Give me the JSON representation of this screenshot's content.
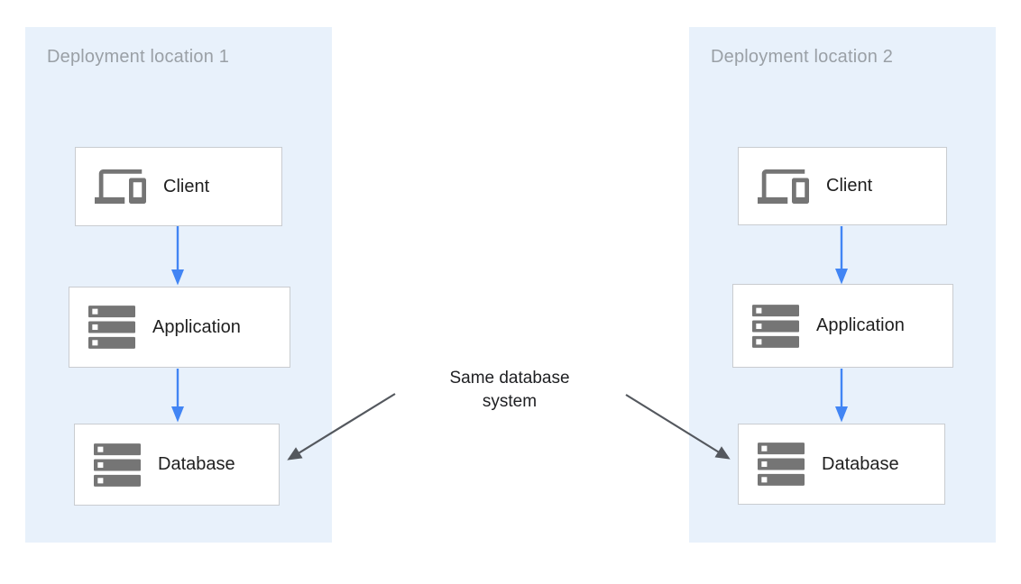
{
  "diagram": {
    "regions": [
      {
        "title": "Deployment location 1",
        "nodes": [
          {
            "label": "Client",
            "icon": "devices-icon"
          },
          {
            "label": "Application",
            "icon": "server-stack-icon"
          },
          {
            "label": "Database",
            "icon": "server-stack-icon"
          }
        ]
      },
      {
        "title": "Deployment location 2",
        "nodes": [
          {
            "label": "Client",
            "icon": "devices-icon"
          },
          {
            "label": "Application",
            "icon": "server-stack-icon"
          },
          {
            "label": "Database",
            "icon": "server-stack-icon"
          }
        ]
      }
    ],
    "annotation": {
      "text": "Same database system"
    },
    "connections": [
      {
        "from": "Client",
        "to": "Application",
        "location": "Deployment location 1",
        "style": "blue-flow-arrow"
      },
      {
        "from": "Application",
        "to": "Database",
        "location": "Deployment location 1",
        "style": "blue-flow-arrow"
      },
      {
        "from": "Client",
        "to": "Application",
        "location": "Deployment location 2",
        "style": "blue-flow-arrow"
      },
      {
        "from": "Application",
        "to": "Database",
        "location": "Deployment location 2",
        "style": "blue-flow-arrow"
      },
      {
        "from": "Same database system",
        "to": "Database (Deployment location 1)",
        "style": "gray-annotation-arrow"
      },
      {
        "from": "Same database system",
        "to": "Database (Deployment location 2)",
        "style": "gray-annotation-arrow"
      }
    ],
    "colors": {
      "region_background": "#E8F1FB",
      "node_background": "#FFFFFF",
      "node_border": "#C9CCD0",
      "flow_arrow": "#4285F4",
      "annotation_arrow": "#54585E",
      "region_title_text": "#9AA0A6",
      "node_label_text": "#1F1F1F",
      "icon_gray": "#757575"
    }
  }
}
